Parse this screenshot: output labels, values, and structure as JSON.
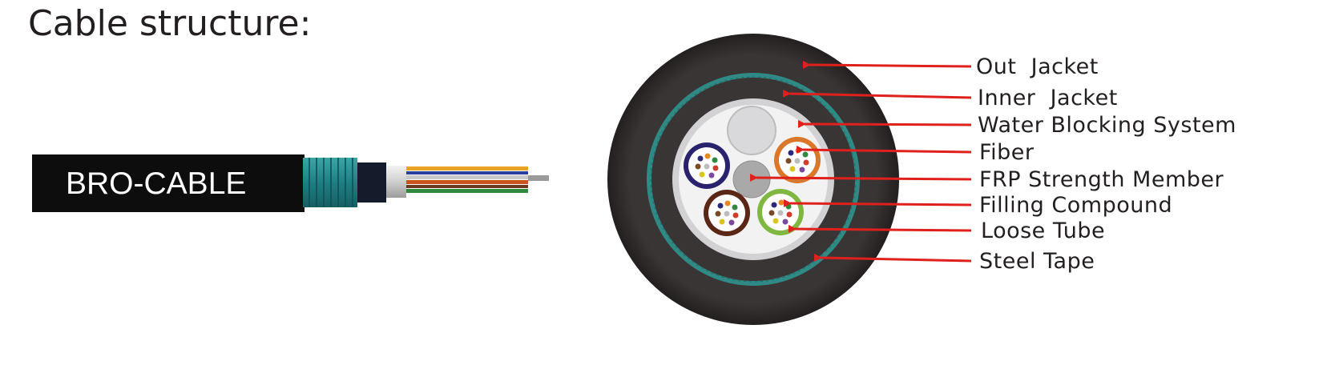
{
  "title": "Cable structure:",
  "cable_side_view": {
    "brand_text": "BRO-CABLE"
  },
  "cross_section": {
    "labels": [
      "Out  Jacket",
      "Inner  Jacket",
      "Water Blocking System",
      "Fiber",
      "FRP Strength Member",
      "Filling Compound",
      "Loose Tube",
      "Steel Tape"
    ]
  },
  "colors": {
    "jacket": "#363131",
    "steel_tape": "#2f8a85",
    "arrow": "#e0201c",
    "water_blocking": "#d2d2d4",
    "filling": "#f2f2f2",
    "frp": "#a9a9aa",
    "tube_blue": "#28236c",
    "tube_orange": "#d9772a",
    "tube_brown": "#5a2616",
    "tube_green": "#7fb741"
  }
}
